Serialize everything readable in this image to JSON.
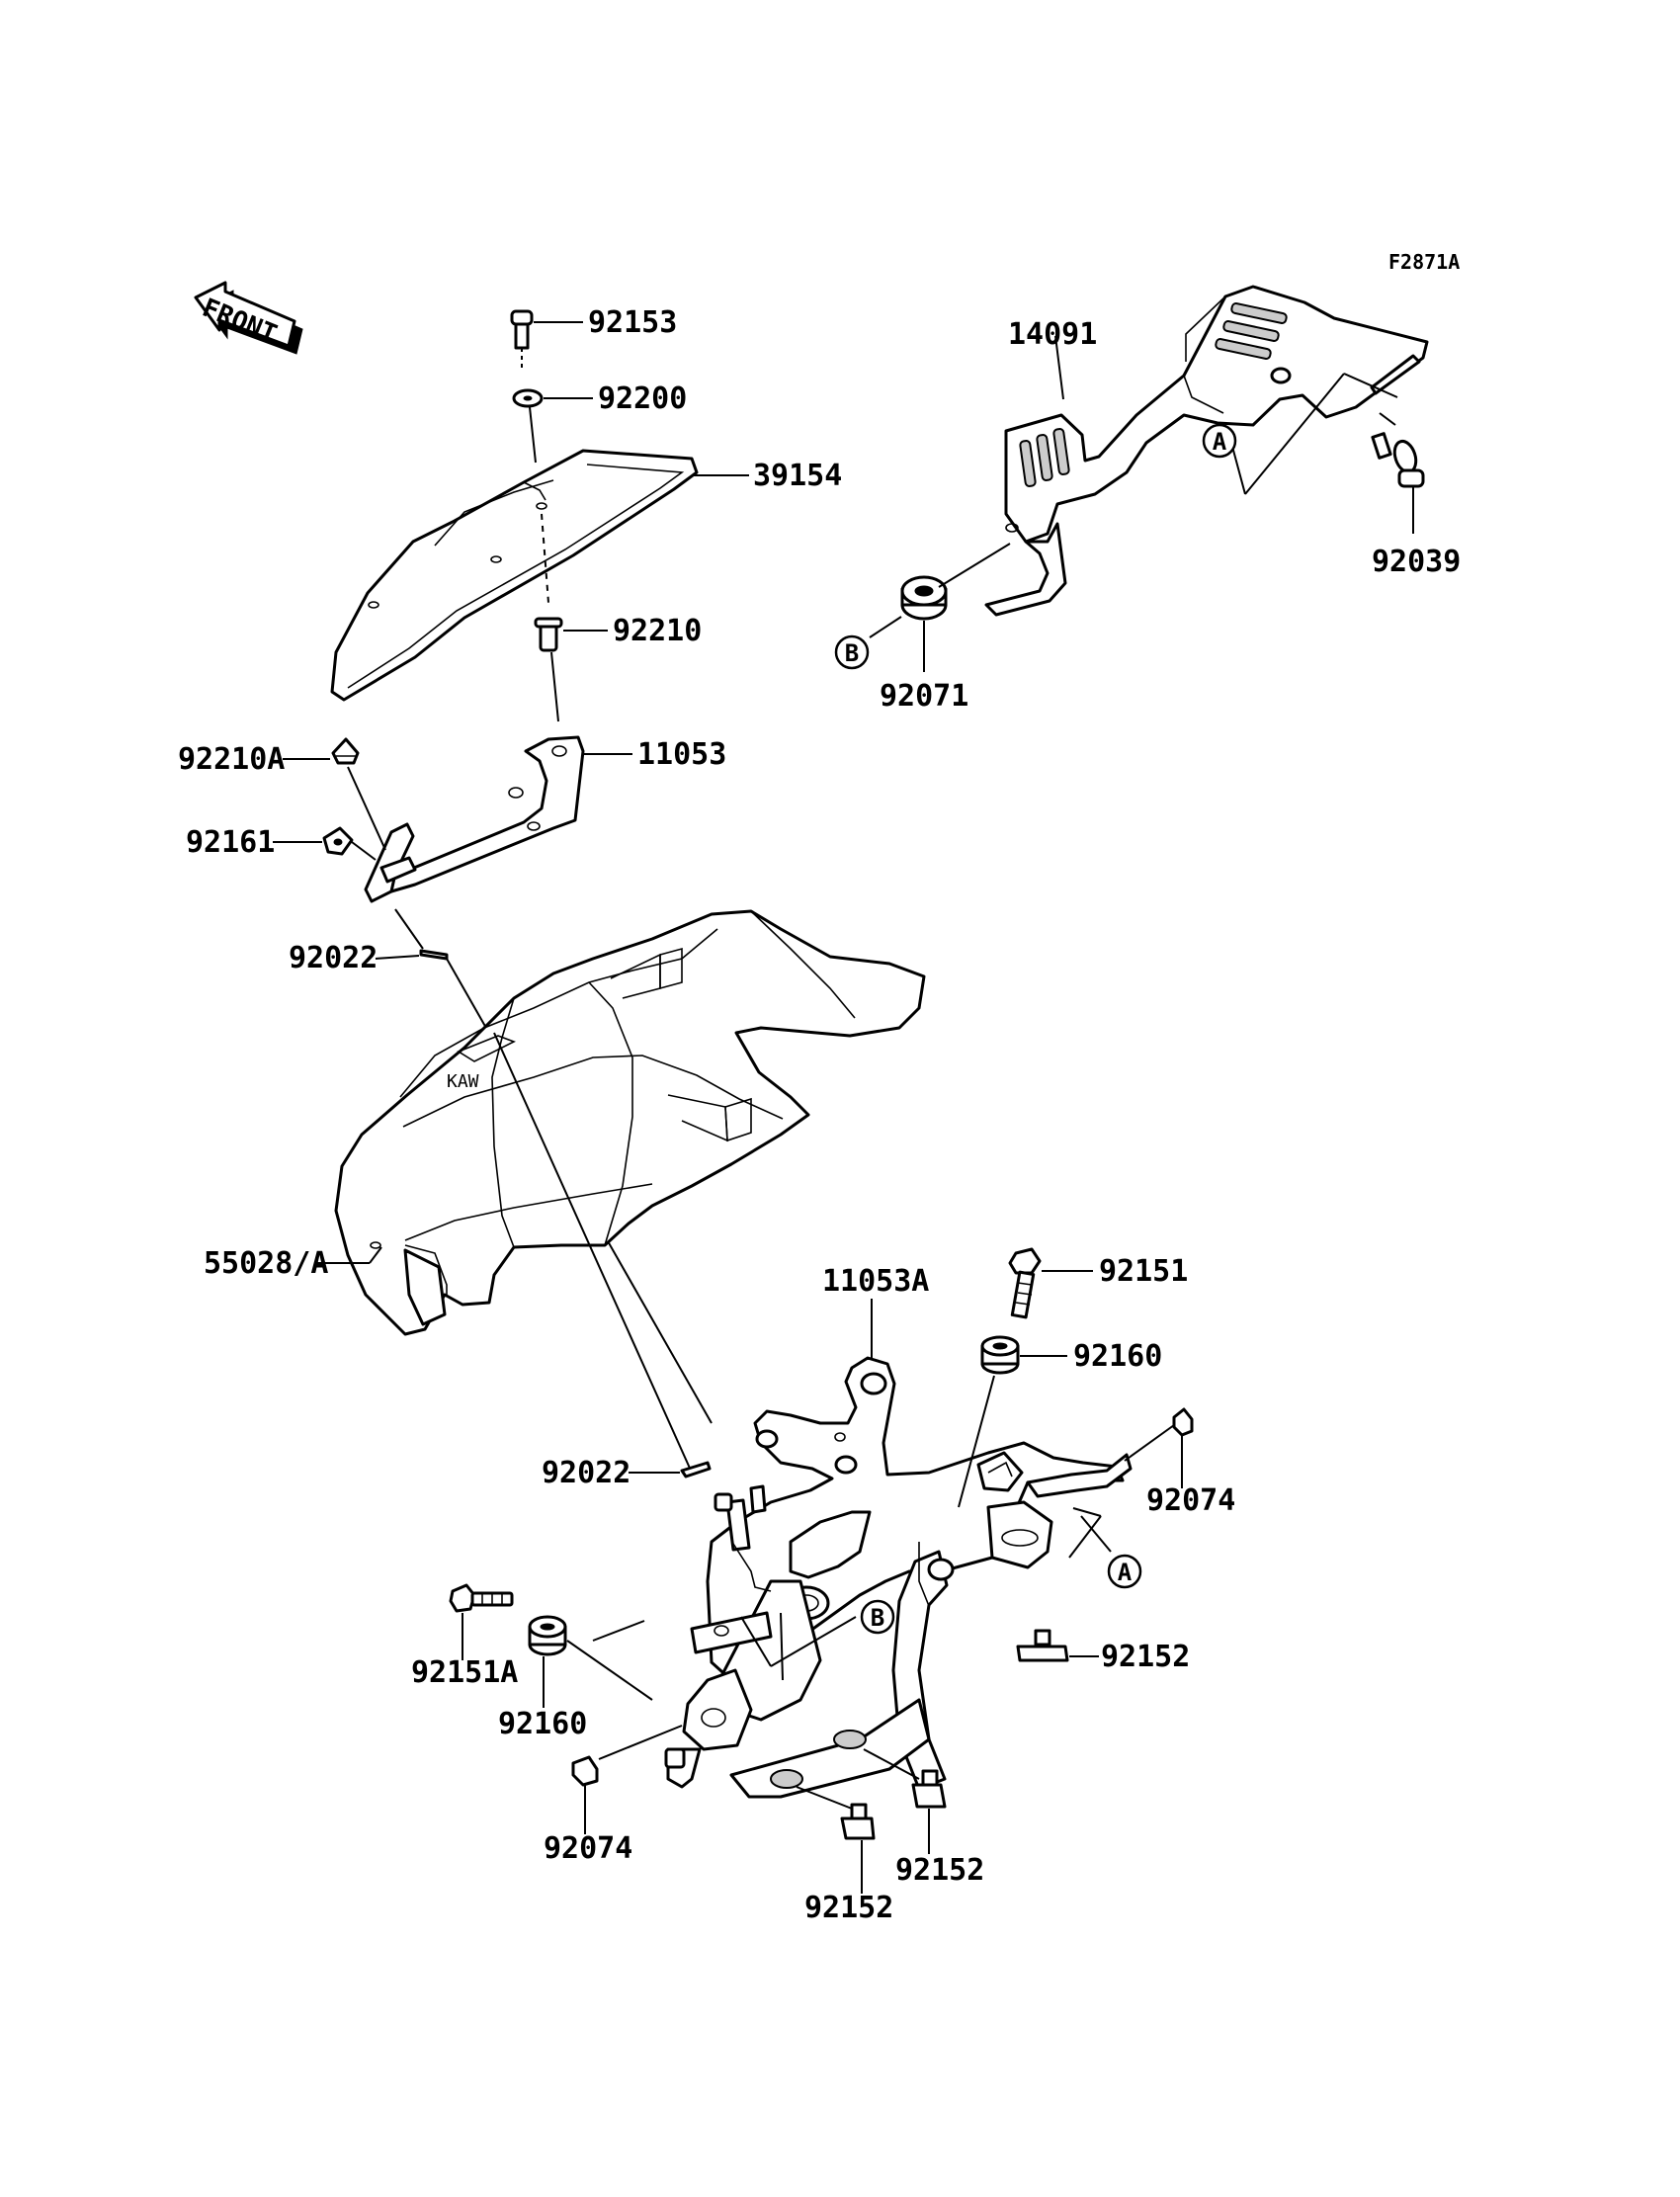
{
  "figure_code": "F2871A",
  "front_label": "FRONT",
  "callouts": [
    {
      "id": "c92153",
      "label": "92153"
    },
    {
      "id": "c92200",
      "label": "92200"
    },
    {
      "id": "c39154",
      "label": "39154"
    },
    {
      "id": "c92210",
      "label": "92210"
    },
    {
      "id": "c11053",
      "label": "11053"
    },
    {
      "id": "c92210A",
      "label": "92210A"
    },
    {
      "id": "c92161",
      "label": "92161"
    },
    {
      "id": "c92022a",
      "label": "92022"
    },
    {
      "id": "c55028",
      "label": "55028/A"
    },
    {
      "id": "c14091",
      "label": "14091"
    },
    {
      "id": "c92039",
      "label": "92039"
    },
    {
      "id": "c92071",
      "label": "92071"
    },
    {
      "id": "c11053A",
      "label": "11053A"
    },
    {
      "id": "c92151",
      "label": "92151"
    },
    {
      "id": "c92160a",
      "label": "92160"
    },
    {
      "id": "c92074a",
      "label": "92074"
    },
    {
      "id": "c92022b",
      "label": "92022"
    },
    {
      "id": "c92152a",
      "label": "92152"
    },
    {
      "id": "c92151A",
      "label": "92151A"
    },
    {
      "id": "c92160b",
      "label": "92160"
    },
    {
      "id": "c92074b",
      "label": "92074"
    },
    {
      "id": "c92152b",
      "label": "92152"
    },
    {
      "id": "c92152c",
      "label": "92152"
    }
  ],
  "markers": [
    {
      "id": "mA1",
      "letter": "A"
    },
    {
      "id": "mB1",
      "letter": "B"
    },
    {
      "id": "mA2",
      "letter": "A"
    },
    {
      "id": "mB2",
      "letter": "B"
    }
  ]
}
